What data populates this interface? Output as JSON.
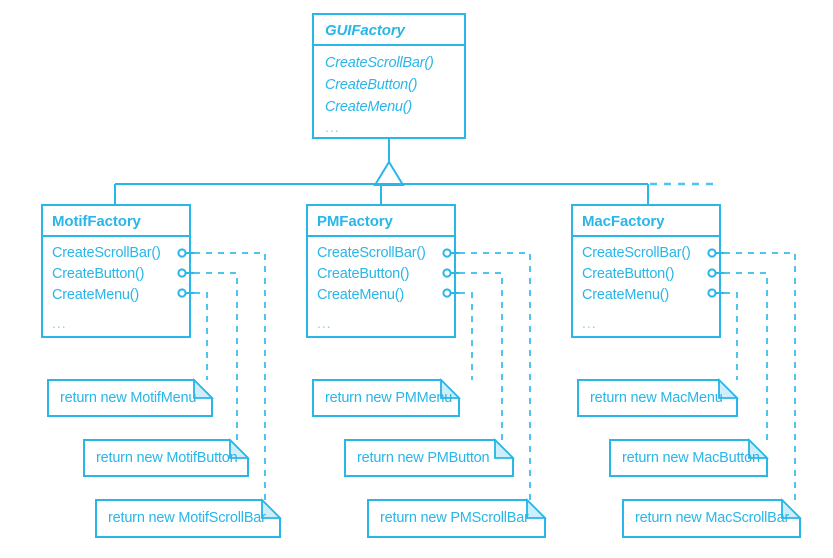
{
  "diagram": {
    "title": "Abstract Factory - GUIFactory class hierarchy",
    "type": "uml-class-diagram",
    "accent_color": "#29b6e8",
    "dash_color": "#4ec4ee",
    "fold_fill": "#cfeefb",
    "background": "#ffffff"
  },
  "abstract_class": {
    "name": "GUIFactory",
    "is_abstract": true,
    "methods": [
      "CreateScrollBar()",
      "CreateButton()",
      "CreateMenu()"
    ],
    "ellipsis": "..."
  },
  "subclasses": [
    {
      "name": "MotifFactory",
      "methods": [
        "CreateScrollBar()",
        "CreateButton()",
        "CreateMenu()"
      ],
      "ellipsis": "...",
      "notes": [
        "return new MotifMenu",
        "return new MotifButton",
        "return new MotifScrollBar"
      ]
    },
    {
      "name": "PMFactory",
      "methods": [
        "CreateScrollBar()",
        "CreateButton()",
        "CreateMenu()"
      ],
      "ellipsis": "...",
      "notes": [
        "return new PMMenu",
        "return new PMButton",
        "return new PMScrollBar"
      ]
    },
    {
      "name": "MacFactory",
      "methods": [
        "CreateScrollBar()",
        "CreateButton()",
        "CreateMenu()"
      ],
      "ellipsis": "...",
      "notes": [
        "return new MacMenu",
        "return new MacButton",
        "return new MacScrollBar"
      ]
    }
  ]
}
